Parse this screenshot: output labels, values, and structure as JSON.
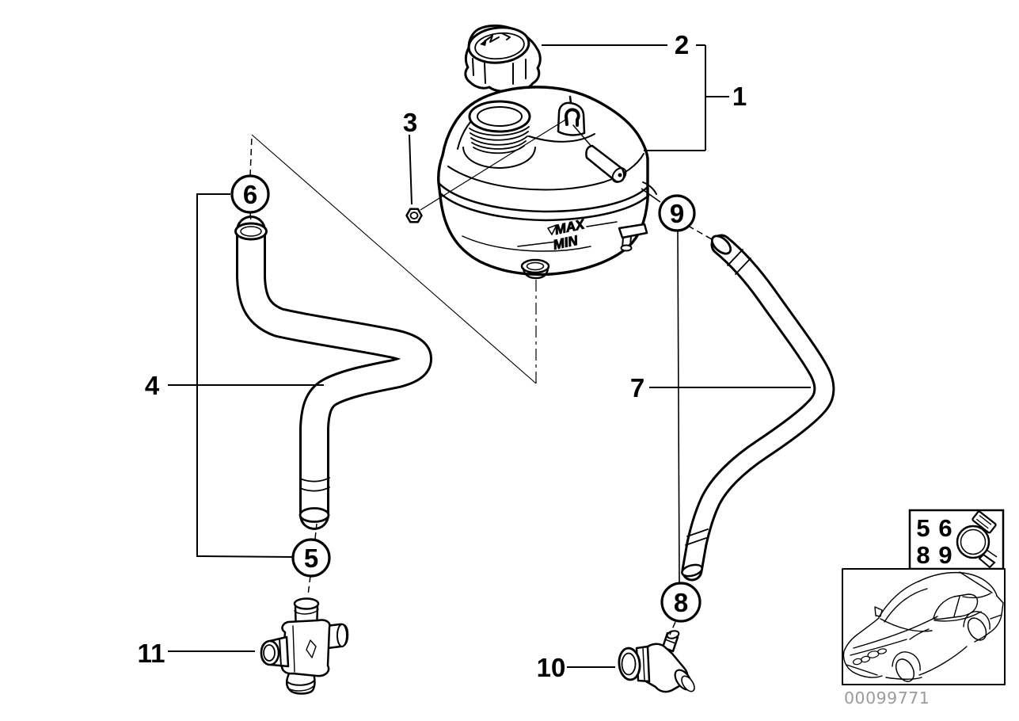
{
  "diagram": {
    "background_color": "#ffffff",
    "line_color": "#000000",
    "callouts": {
      "c1": "1",
      "c2": "2",
      "c3": "3",
      "c4": "4",
      "c5": "5",
      "c6": "6",
      "c7": "7",
      "c8": "8",
      "c9": "9",
      "c10": "10",
      "c11": "11"
    },
    "tank_markings": {
      "max": "MAX",
      "min": "MIN"
    },
    "legend_box": {
      "top_left": "5",
      "top_right": "6",
      "bottom_left": "8",
      "bottom_right": "9",
      "icon": "hose-clamp-icon"
    },
    "footer": {
      "part_number": "00099771",
      "part_number_color": "#9b9b9b"
    }
  }
}
